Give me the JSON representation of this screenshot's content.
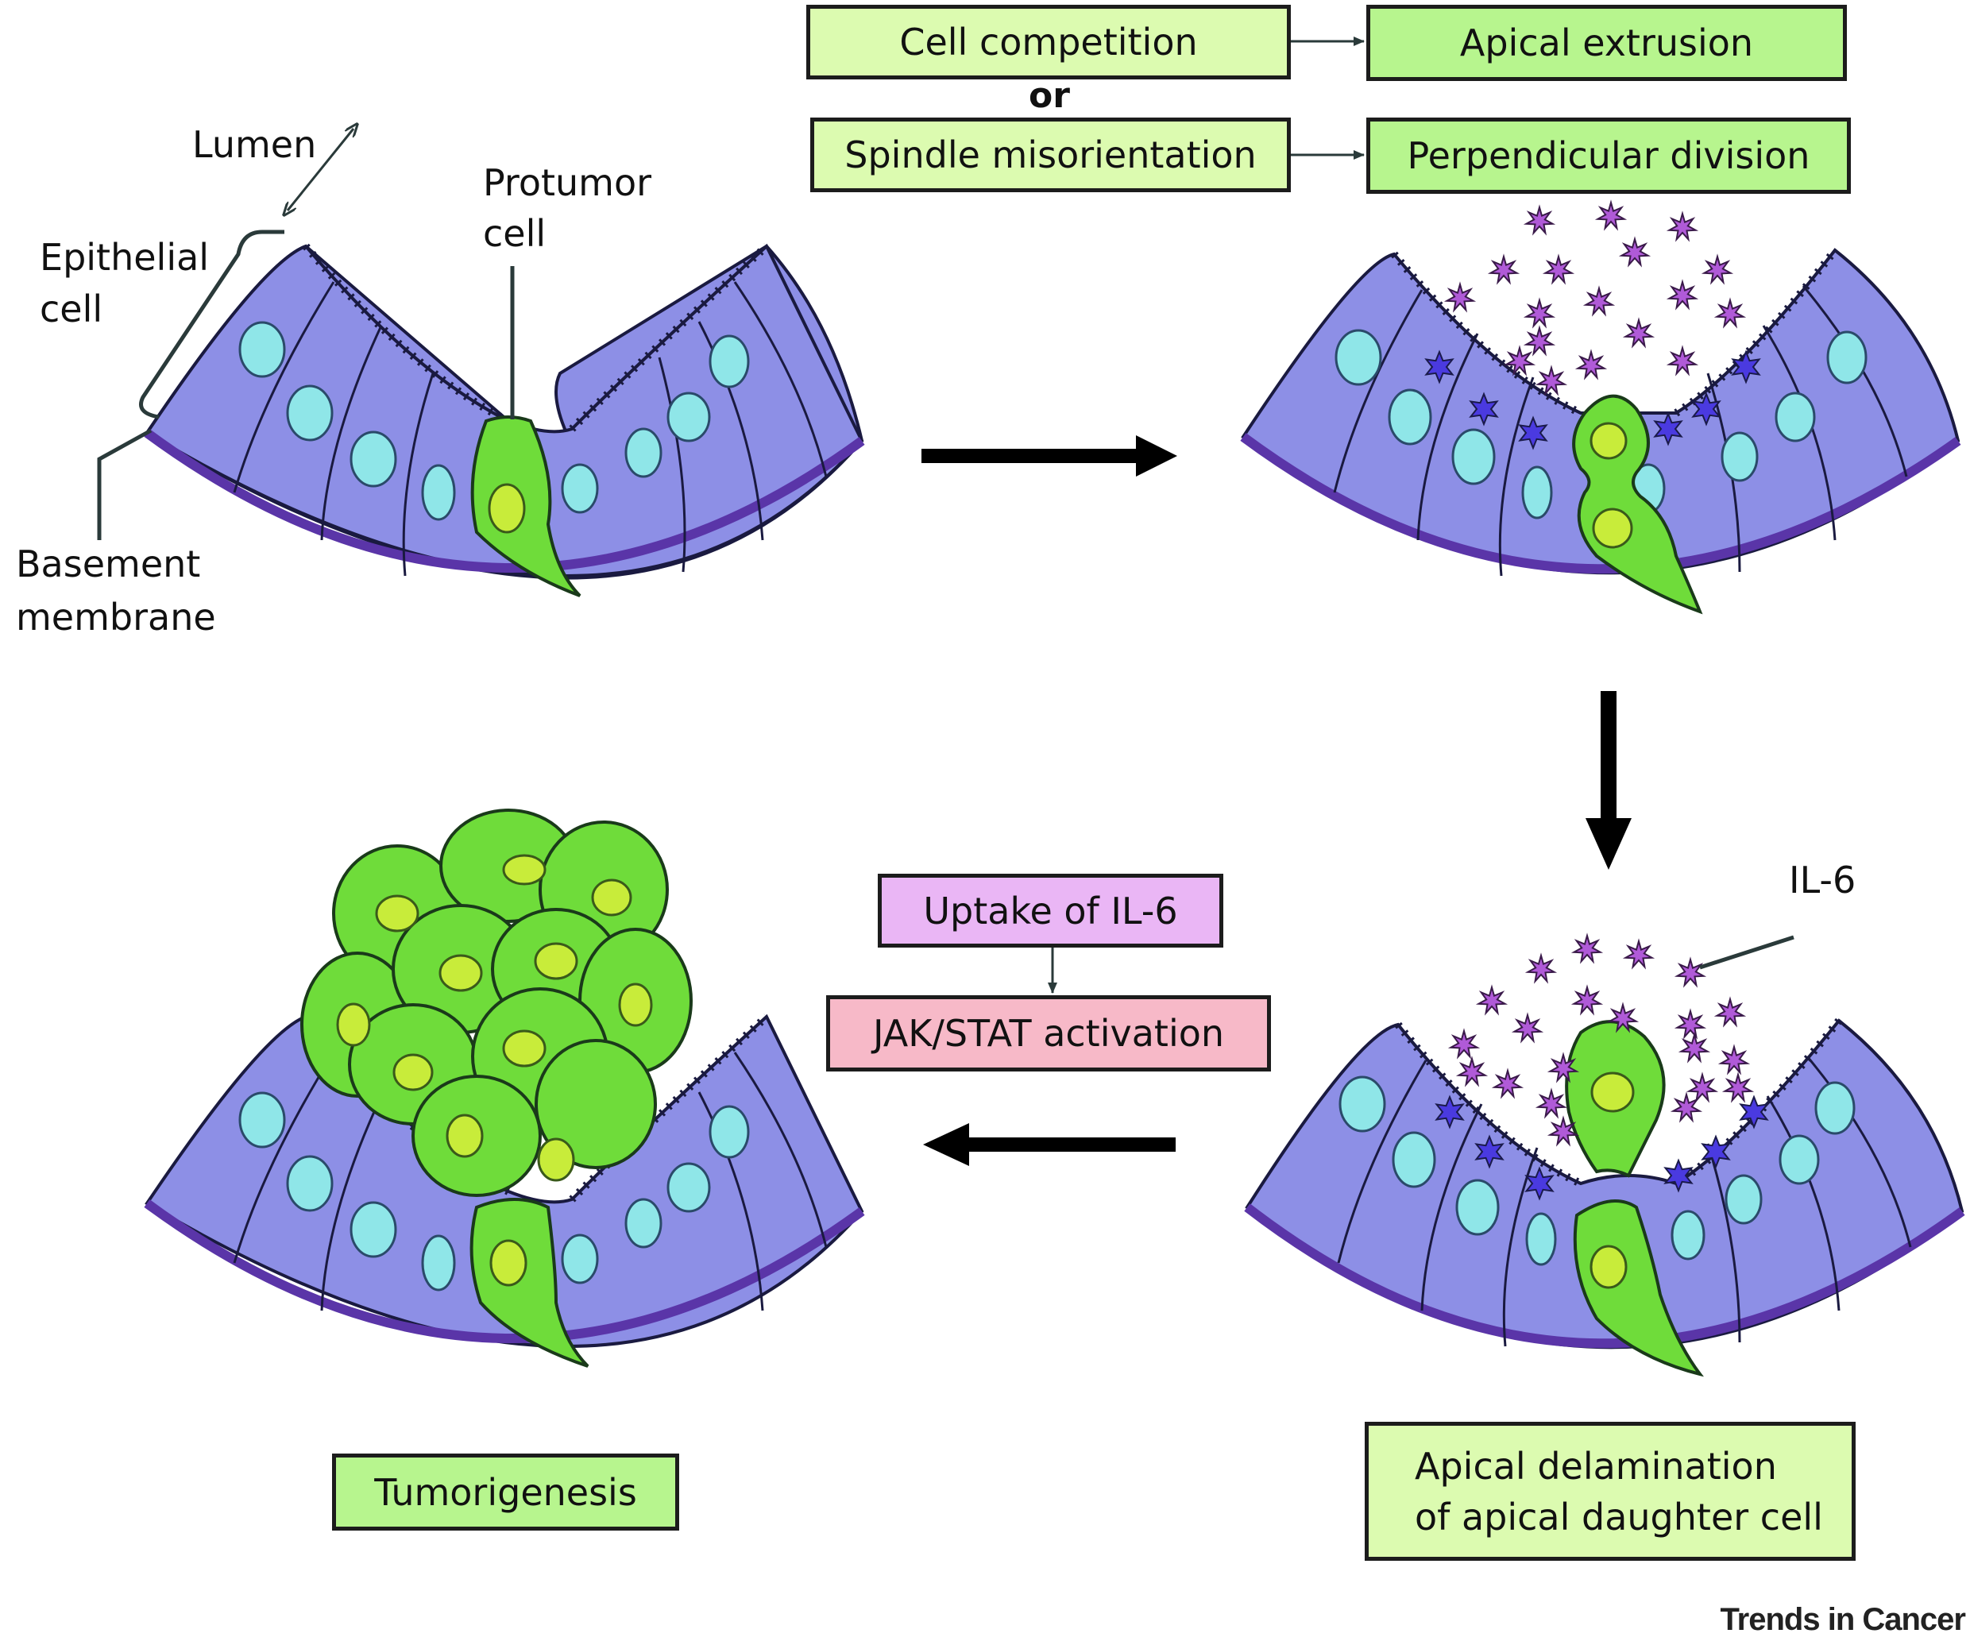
{
  "boxes": {
    "cell_competition": "Cell competition",
    "apical_extrusion": "Apical extrusion",
    "or": "or",
    "spindle_misorientation": "Spindle misorientation",
    "perpendicular_division": "Perpendicular division",
    "uptake_il6": "Uptake of IL-6",
    "jak_stat": "JAK/STAT activation",
    "tumorigenesis": "Tumorigenesis",
    "apical_delamination_line1": "Apical delamination",
    "apical_delamination_line2": "of apical daughter cell"
  },
  "labels": {
    "lumen": "Lumen",
    "epithelial_line1": "Epithelial",
    "epithelial_line2": "cell",
    "protumor_line1": "Protumor",
    "protumor_line2": "cell",
    "basement_line1": "Basement",
    "basement_line2": "membrane",
    "il6": "IL-6"
  },
  "credit": "Trends in Cancer",
  "colors": {
    "epithelium": "#8d8fe6",
    "nucleus": "#8fe6e8",
    "basement_membrane": "#5a35a8",
    "tumor_cell": "#6fdc3a",
    "tumor_nucleus": "#c8ec3a",
    "il6_star": "#b05ad8",
    "receptor_star": "#4a3ae0"
  }
}
